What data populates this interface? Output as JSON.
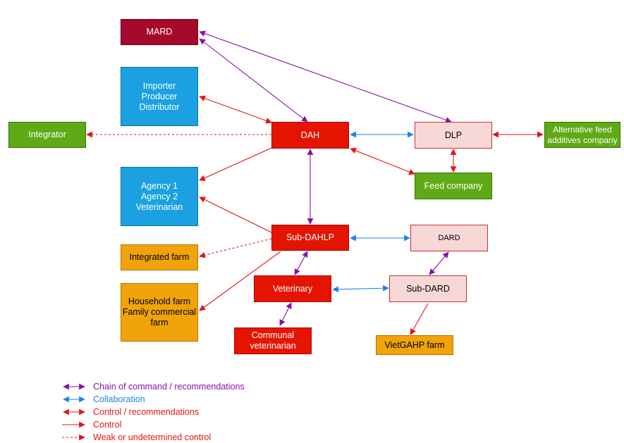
{
  "colors": {
    "command": "#8B0FA8",
    "collaboration": "#1E82E6",
    "control": "#E61414",
    "mard_fill": "#A50A2D",
    "blue_fill": "#1BA1E2",
    "red_fill": "#E51400",
    "pink_fill": "#F8D7D7",
    "pink_stroke": "#C33434",
    "green_fill": "#60A917",
    "orange_fill": "#F0A30A"
  },
  "nodes": {
    "mard": "MARD",
    "importer": "Importer\nProducer\nDistributor",
    "integrator": "Integrator",
    "dah": "DAH",
    "dlp": "DLP",
    "alt_feed": "Alternative feed\nadditives company",
    "agency": "Agency 1\nAgency 2\nVeterinarian",
    "feed_company": "Feed company",
    "sub_dahlp": "Sub-DAHLP",
    "dard": "DARD",
    "integrated_farm": "Integrated farm",
    "veterinary": "Veterinary",
    "sub_dard": "Sub-DARD",
    "household_farm": "Household farm\nFamily commercial\nfarm",
    "communal_vet": "Communal\nveterinarian",
    "vietgahp": "VietGAHP farm"
  },
  "legend": {
    "command": "Chain of command / recommendations",
    "collaboration": "Collaboration",
    "control_rec": "Control / recommendations",
    "control": "Control",
    "weak": "Weak or undetermined control"
  }
}
